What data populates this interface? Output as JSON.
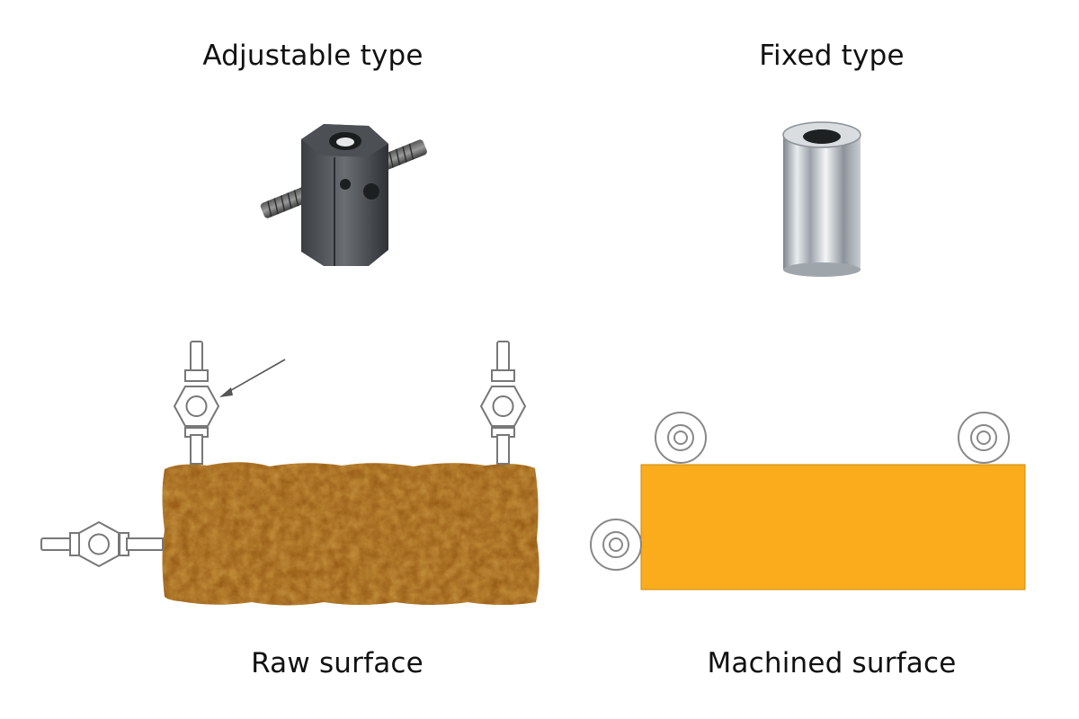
{
  "labels": {
    "adjustable": "Adjustable type",
    "fixed": "Fixed type",
    "raw": "Raw surface",
    "machined": "Machined surface"
  },
  "colors": {
    "raw_workpiece": "#a0641c",
    "machined_workpiece": "#fbac1c",
    "support_outline": "#777777",
    "support_fill": "#ffffff"
  }
}
